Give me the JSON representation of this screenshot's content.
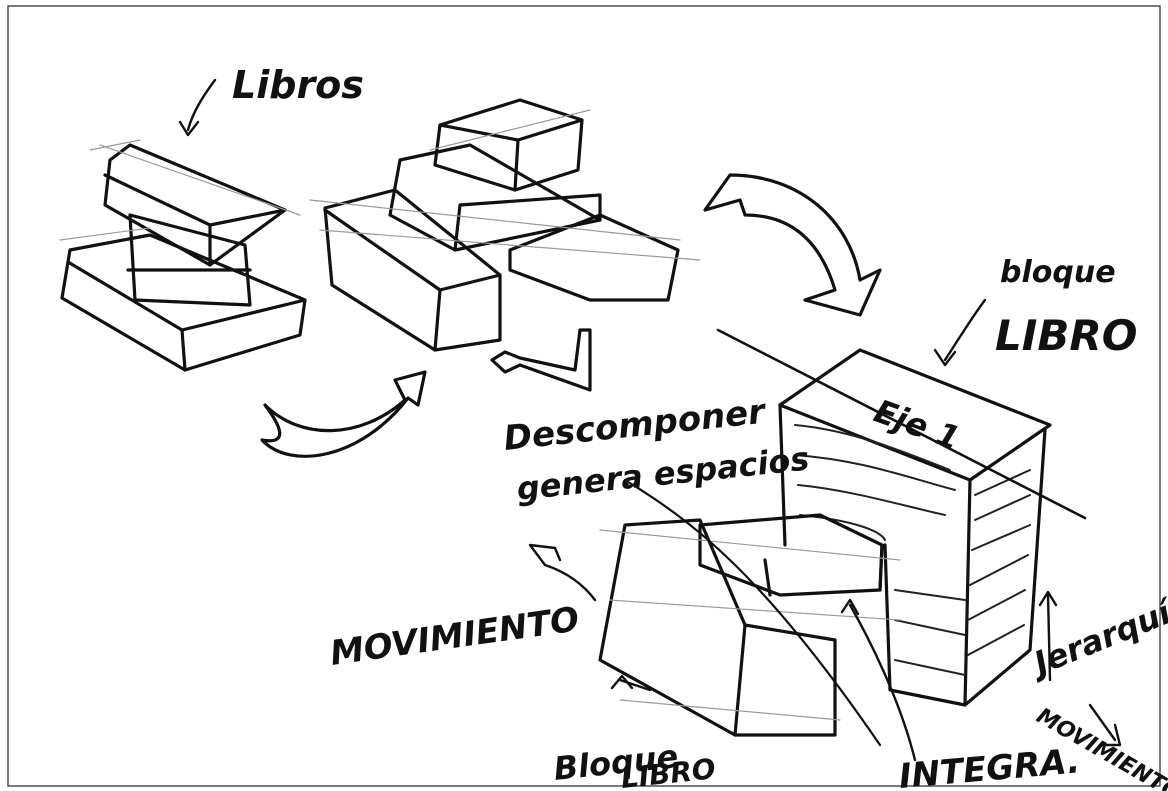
{
  "labels": {
    "libros": "Libros",
    "bloque_libro_top_1": "bloque",
    "bloque_libro_top_2": "LIBRO",
    "eje": "Eje 1",
    "descomponer_1": "Descomponer",
    "descomponer_2": "genera espacios",
    "movimiento_left": "MOVIMIENTO",
    "bloque_libro_bottom_1": "Bloque",
    "bloque_libro_bottom_2": "LIBRO",
    "integra": "INTEGRA.",
    "jerarquia": "Jerarquía",
    "movimiento_right": "MOVIMIENTO"
  }
}
